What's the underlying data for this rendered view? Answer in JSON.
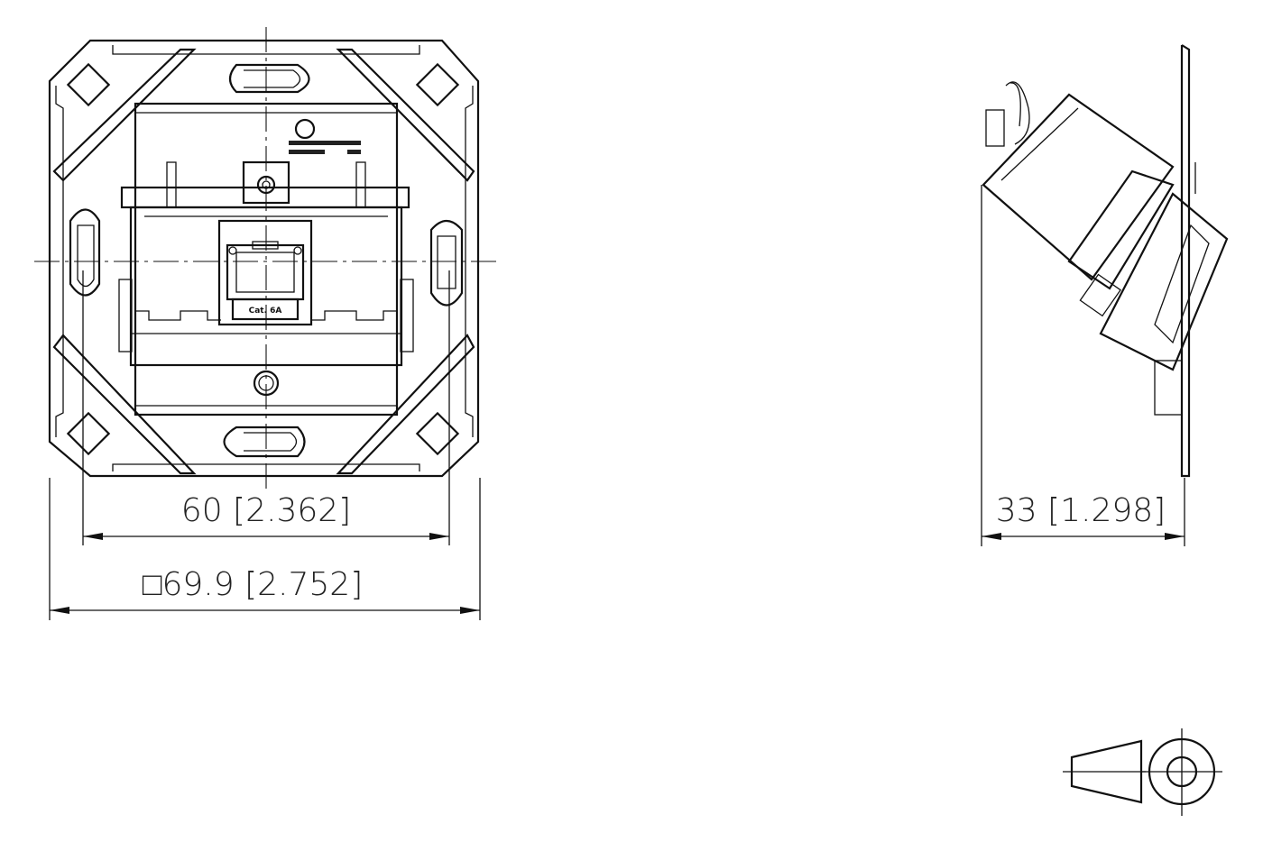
{
  "front_view": {
    "dim_hole_spacing": "60 [2.362]",
    "dim_plate_square": "□69.9 [2.752]",
    "jack_label": "Cat. 6A"
  },
  "side_view": {
    "dim_depth": "33 [1.298]"
  }
}
